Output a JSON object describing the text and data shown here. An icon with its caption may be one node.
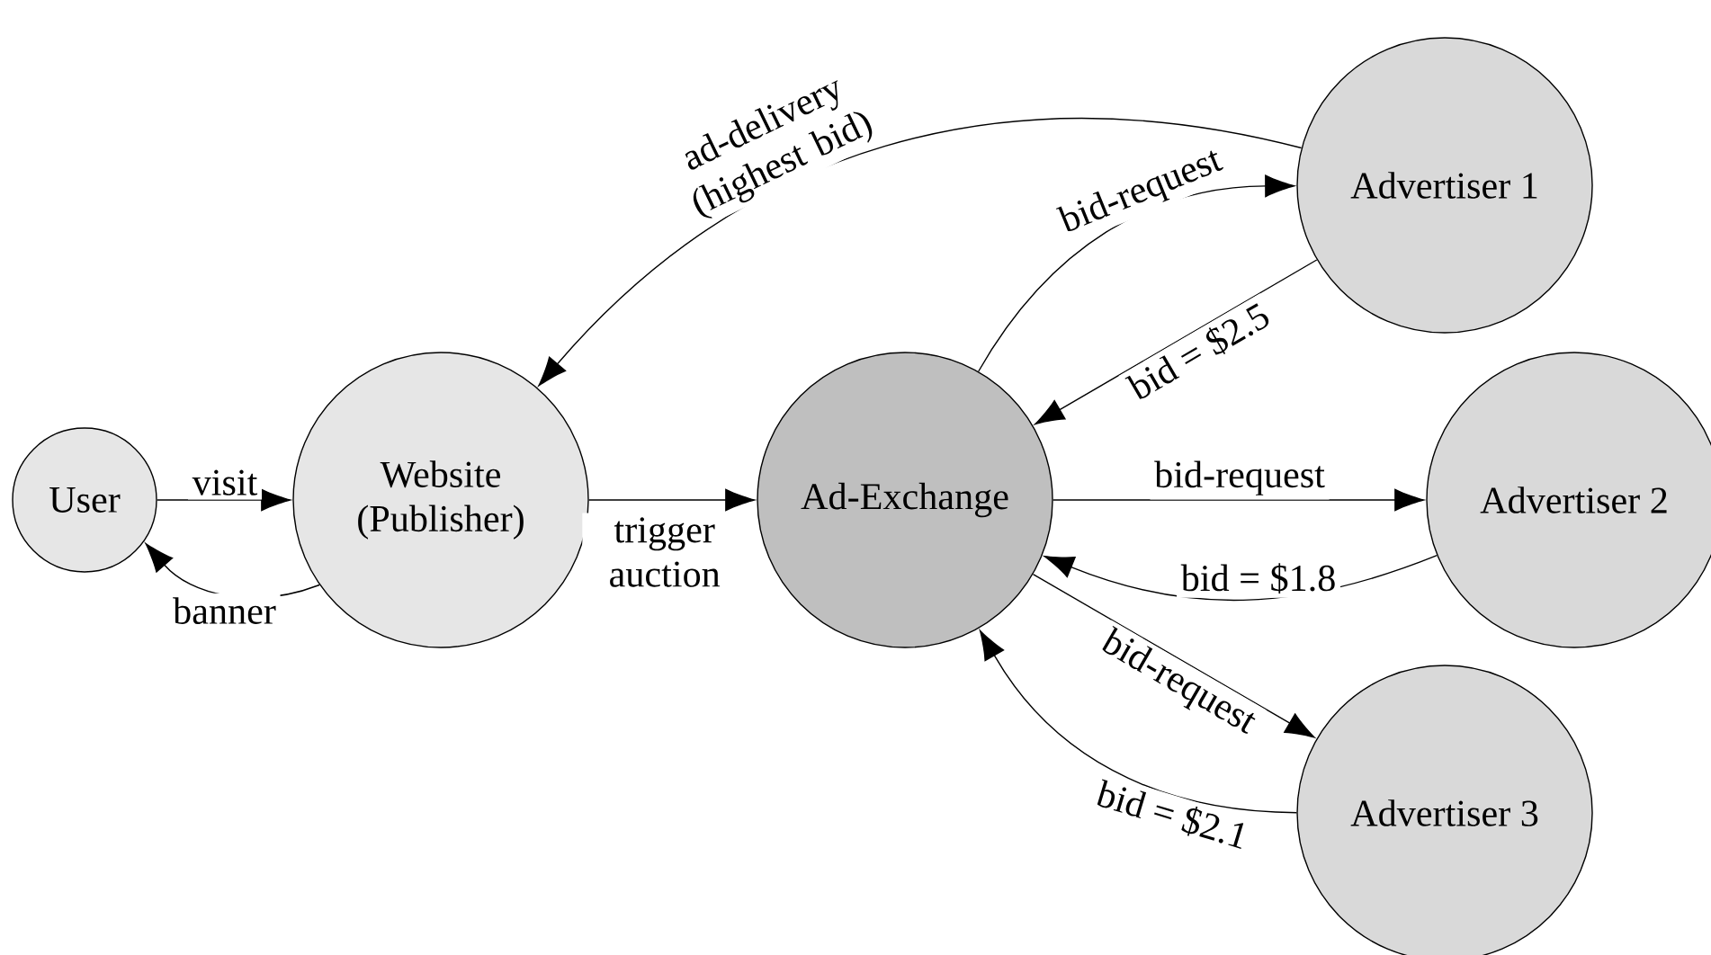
{
  "diagram": {
    "nodes": [
      {
        "text": [
          "User"
        ]
      },
      {
        "text": [
          "Website (Publisher)"
        ]
      },
      {
        "text": [
          "Ad-Exchange"
        ]
      },
      {
        "text": [
          "Advertiser 1"
        ]
      },
      {
        "text": [
          "Advertiser 2"
        ]
      },
      {
        "text": [
          "Advertiser 3"
        ]
      }
    ],
    "edges": [
      {
        "from": 0,
        "to": 1,
        "arrow": "to",
        "label": "visit"
      },
      {
        "from": 1,
        "to": 0,
        "arrow": "to",
        "label": "banner"
      },
      {
        "from": 1,
        "to": 2,
        "arrow": "to",
        "label": "trigger auction"
      },
      {
        "from": 3,
        "to": 1,
        "arrow": "to",
        "label": "ad-delivery (highest bid)"
      },
      {
        "from": 2,
        "to": 3,
        "arrow": "to",
        "label": "bid-request"
      },
      {
        "from": 3,
        "to": 2,
        "arrow": "to",
        "label": "bid = $2.5"
      },
      {
        "from": 2,
        "to": 4,
        "arrow": "to",
        "label": "bid-request"
      },
      {
        "from": 4,
        "to": 2,
        "arrow": "to",
        "label": "bid = $1.8"
      },
      {
        "from": 2,
        "to": 5,
        "arrow": "to",
        "label": "bid-request"
      },
      {
        "from": 5,
        "to": 2,
        "arrow": "to",
        "label": "bid = $2.1"
      }
    ]
  }
}
